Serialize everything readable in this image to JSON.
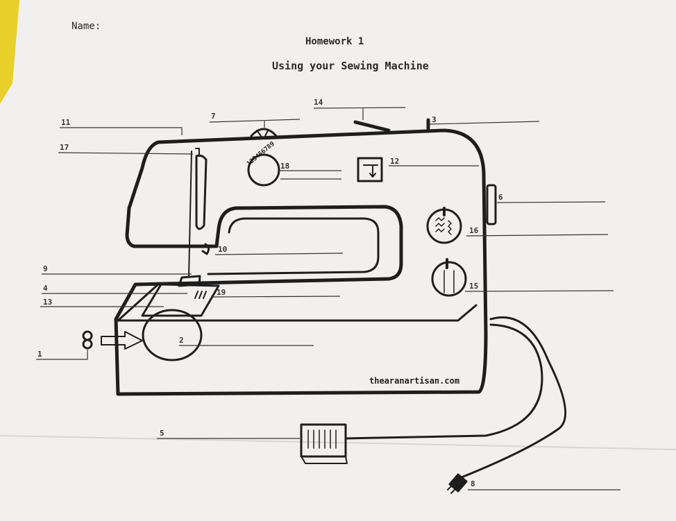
{
  "worksheet": {
    "name_label": "Name:",
    "homework": "Homework 1",
    "subtitle": "Using your Sewing Machine",
    "credit": "thearanartisan.com",
    "dial_digits": "123456789",
    "labels": {
      "n1": "1",
      "n2": "2",
      "n3": "3",
      "n4": "4",
      "n5": "5",
      "n6": "6",
      "n7": "7",
      "n8": "8",
      "n9": "9",
      "n10": "10",
      "n11": "11",
      "n12": "12",
      "n13": "13",
      "n14": "14",
      "n15": "15",
      "n16": "16",
      "n17": "17",
      "n18": "18",
      "n19": "19"
    }
  },
  "colors": {
    "paper": "#f1f0ee",
    "ink": "#1e1e1e",
    "tape": "#e8cf2a"
  }
}
